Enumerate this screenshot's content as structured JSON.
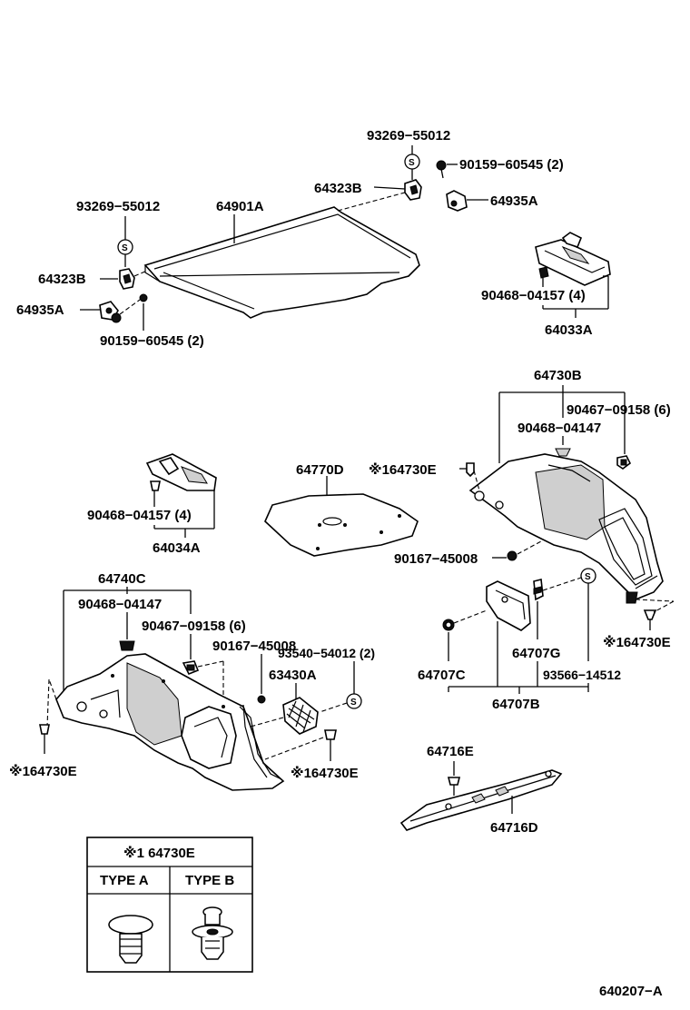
{
  "labels": {
    "cl_93269_top": "93269−55012",
    "cl_90159_top": "90159−60545 (2)",
    "cl_64323B_top": "64323B",
    "cl_64935A_top": "64935A",
    "cl_64901A": "64901A",
    "cl_93269_left": "93269−55012",
    "cl_64323B_left": "64323B",
    "cl_64935A_left": "64935A",
    "cl_90159_left": "90159−60545 (2)",
    "cl_90468_r1": "90468−04157 (4)",
    "cl_64033A": "64033A",
    "cl_64730B": "64730B",
    "cl_90467_r": "90467−09158 (6)",
    "cl_90468_r2": "90468−04147",
    "cl_64770D": "64770D",
    "cl_164730E_mid": "※164730E",
    "cl_90468_l1": "90468−04157 (4)",
    "cl_64034A": "64034A",
    "cl_90167_r": "90167−45008",
    "cl_64740C": "64740C",
    "cl_90468_l2": "90468−04147",
    "cl_90467_l": "90467−09158 (6)",
    "cl_90167_l": "90167−45008",
    "cl_93540": "93540−54012 (2)",
    "cl_63430A": "63430A",
    "cl_164730E_left": "※164730E",
    "cl_164730E_center": "※164730E",
    "cl_164730E_right": "※164730E",
    "cl_64707G": "64707G",
    "cl_64707C": "64707C",
    "cl_93566": "93566−14512",
    "cl_64707B": "64707B",
    "cl_64716E": "64716E",
    "cl_64716D": "64716D",
    "legend_title": "※1 64730E",
    "legend_type_a": "TYPE  A",
    "legend_type_b": "TYPE  B",
    "drawing_no": "640207−A",
    "s_mark": "S"
  }
}
